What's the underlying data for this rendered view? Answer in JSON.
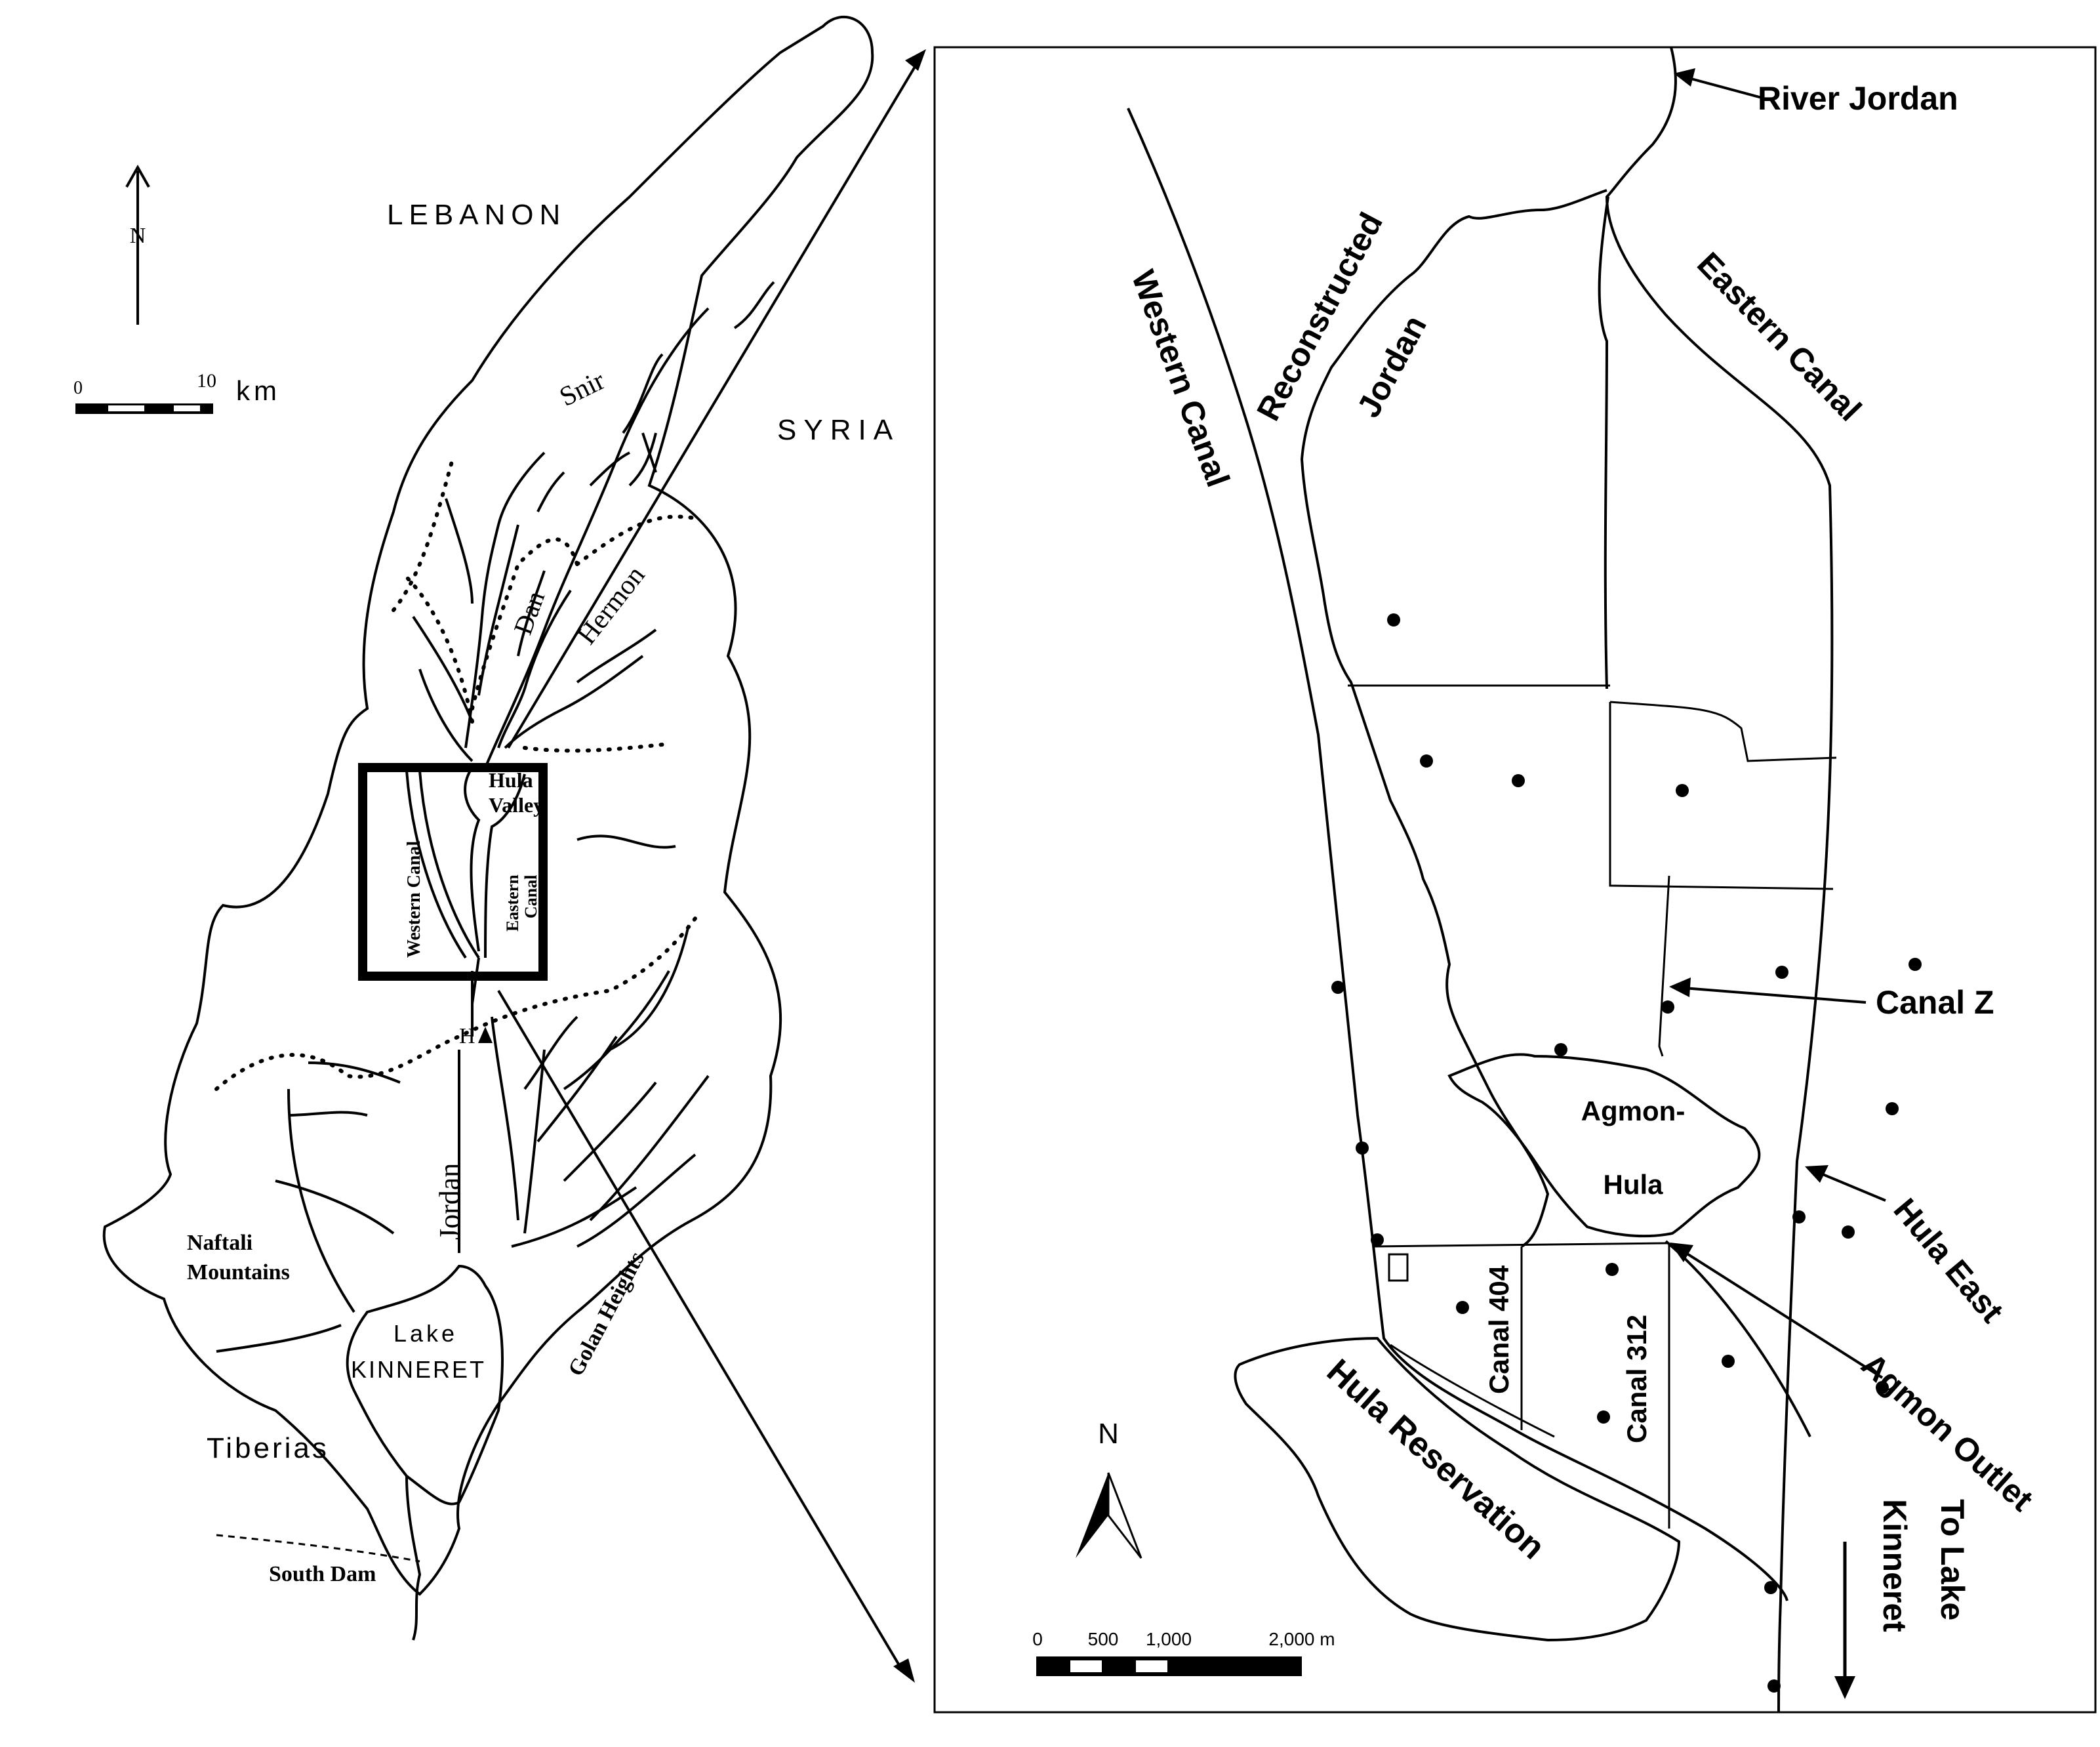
{
  "overview_map": {
    "north_label": "N",
    "scale": {
      "start": "0",
      "end": "10",
      "unit": "km"
    },
    "countries": [
      "LEBANON",
      "SYRIA"
    ],
    "streams": [
      "Snir",
      "Dan",
      "Hermon",
      "Jordan"
    ],
    "regions": [
      "Naftali Mountains",
      "Golan Heights"
    ],
    "valley_label": [
      "Hula",
      "Valley"
    ],
    "canals": [
      "Western Canal",
      "Eastern Canal"
    ],
    "lake": [
      "Lake",
      "KINNERET"
    ],
    "town": "Tiberias",
    "dam": "South Dam",
    "gauge": "H"
  },
  "detail_map": {
    "north_label": "N",
    "scale": {
      "ticks": [
        "0",
        "500",
        "1,000",
        "2,000 m"
      ]
    },
    "labels": {
      "river_jordan": "River Jordan",
      "reconstructed_jordan": [
        "Reconstructed",
        "Jordan"
      ],
      "western_canal": "Western Canal",
      "eastern_canal": "Eastern Canal",
      "canal_z": "Canal Z",
      "agmon": [
        "Agmon-",
        "Hula"
      ],
      "hula_east": "Hula East",
      "agmon_outlet": "Agmon Outlet",
      "canal_404": "Canal 404",
      "canal_312": "Canal 312",
      "hula_reservation": "Hula Reservation",
      "to_lake": [
        "To Lake",
        "Kinneret"
      ]
    }
  }
}
